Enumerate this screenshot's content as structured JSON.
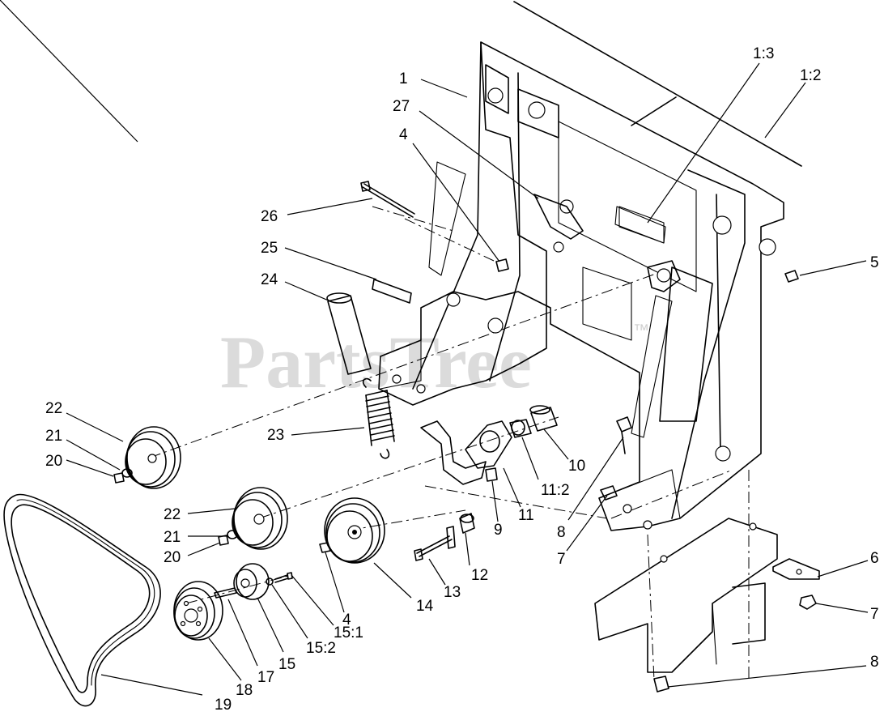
{
  "watermark": {
    "text": "PartsTree",
    "trademark": "™"
  },
  "callouts": [
    {
      "id": "c1",
      "text": "1"
    },
    {
      "id": "c1-3",
      "text": "1:3"
    },
    {
      "id": "c1-2",
      "text": "1:2"
    },
    {
      "id": "c27",
      "text": "27"
    },
    {
      "id": "c4a",
      "text": "4"
    },
    {
      "id": "c26",
      "text": "26"
    },
    {
      "id": "c25",
      "text": "25"
    },
    {
      "id": "c24",
      "text": "24"
    },
    {
      "id": "c5",
      "text": "5"
    },
    {
      "id": "c22a",
      "text": "22"
    },
    {
      "id": "c21a",
      "text": "21"
    },
    {
      "id": "c20a",
      "text": "20"
    },
    {
      "id": "c23",
      "text": "23"
    },
    {
      "id": "c10",
      "text": "10"
    },
    {
      "id": "c11-2",
      "text": "11:2"
    },
    {
      "id": "c11",
      "text": "11"
    },
    {
      "id": "c9",
      "text": "9"
    },
    {
      "id": "c8a",
      "text": "8"
    },
    {
      "id": "c7a",
      "text": "7"
    },
    {
      "id": "c6",
      "text": "6"
    },
    {
      "id": "c7b",
      "text": "7"
    },
    {
      "id": "c8b",
      "text": "8"
    },
    {
      "id": "c22b",
      "text": "22"
    },
    {
      "id": "c21b",
      "text": "21"
    },
    {
      "id": "c20b",
      "text": "20"
    },
    {
      "id": "c12",
      "text": "12"
    },
    {
      "id": "c13",
      "text": "13"
    },
    {
      "id": "c14",
      "text": "14"
    },
    {
      "id": "c4b",
      "text": "4"
    },
    {
      "id": "c15-1",
      "text": "15:1"
    },
    {
      "id": "c15-2",
      "text": "15:2"
    },
    {
      "id": "c15",
      "text": "15"
    },
    {
      "id": "c17",
      "text": "17"
    },
    {
      "id": "c18",
      "text": "18"
    },
    {
      "id": "c19",
      "text": "19"
    }
  ]
}
